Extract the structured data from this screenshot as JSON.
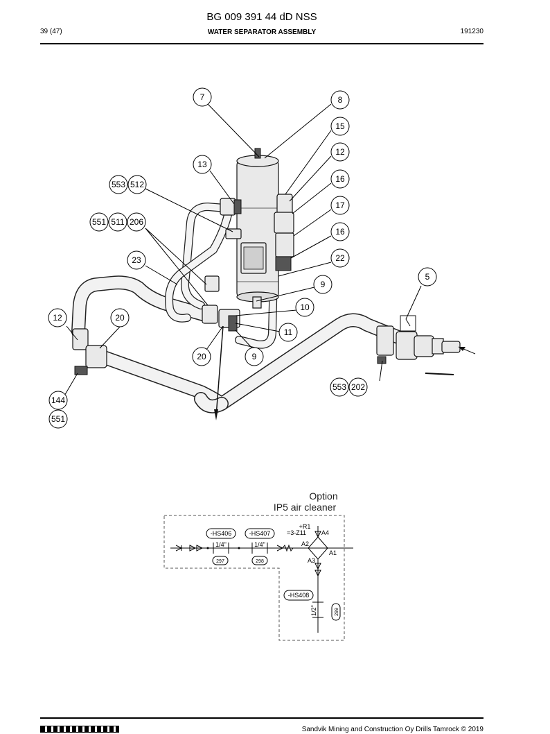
{
  "header": {
    "doc_code": "BG 009 391 44 dD NSS",
    "page": "39 (47)",
    "title": "WATER SEPARATOR ASSEMBLY",
    "date": "191230"
  },
  "balloons": [
    "7",
    "8",
    "15",
    "12",
    "13",
    "16",
    "553",
    "512",
    "17",
    "551",
    "511",
    "206",
    "16",
    "23",
    "22",
    "5",
    "9",
    "10",
    "12",
    "20",
    "11",
    "20",
    "9",
    "553",
    "202",
    "144",
    "551"
  ],
  "schematic": {
    "option_label_1": "Option",
    "option_label_2": "IP5 air cleaner",
    "tag_1": "-HS406",
    "tag_2": "-HS407",
    "tag_3": "-HS408",
    "size_1": "1/4\"",
    "size_2": "1/4\"",
    "size_3": "1/2\"",
    "ref_1": "297",
    "ref_2": "298",
    "ref_3": "299",
    "component_1": "+R1",
    "component_2": "=3-Z11",
    "port_a1": "A1",
    "port_a2": "A2",
    "port_a3": "A3",
    "port_a4": "A4"
  },
  "footer": {
    "copyright": "Sandvik Mining and Construction Oy Drills Tamrock © 2019"
  }
}
